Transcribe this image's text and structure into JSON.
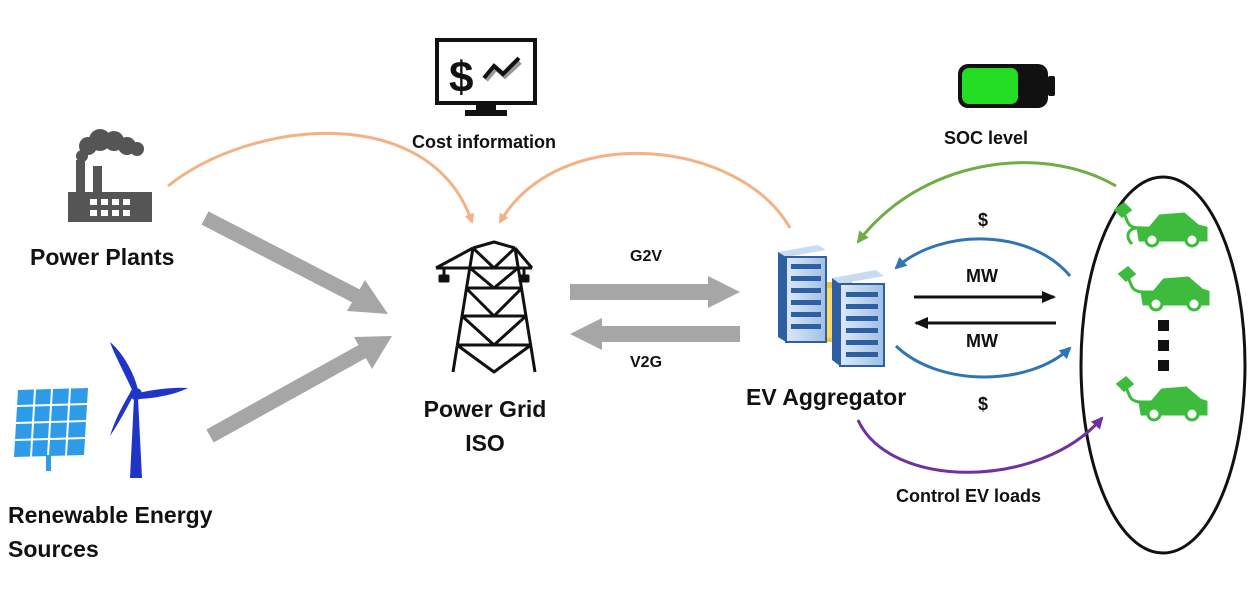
{
  "nodes": {
    "power_plants": "Power Plants",
    "renewables_line1": "Renewable Energy",
    "renewables_line2": "Sources",
    "grid_line1": "Power Grid",
    "grid_line2": "ISO",
    "aggregator": "EV Aggregator"
  },
  "flows": {
    "cost_information": "Cost information",
    "soc_level": "SOC level",
    "g2v": "G2V",
    "v2g": "V2G",
    "mw_out": "MW",
    "mw_in": "MW",
    "dollar_top": "$",
    "dollar_bottom": "$",
    "control": "Control EV loads"
  },
  "icons": {
    "monitor_glyph": "$"
  },
  "colors": {
    "cost_arrow": "#f4b183",
    "soc_arrow": "#70ad47",
    "payment_arrow": "#2e75b6",
    "control_arrow": "#7030a0",
    "flow_arrow": "#a6a6a6",
    "ev_green": "#3dbb3d",
    "battery_green": "#22dd22",
    "turbine_blue": "#1f35c8",
    "solar_blue": "#2e9be8"
  }
}
